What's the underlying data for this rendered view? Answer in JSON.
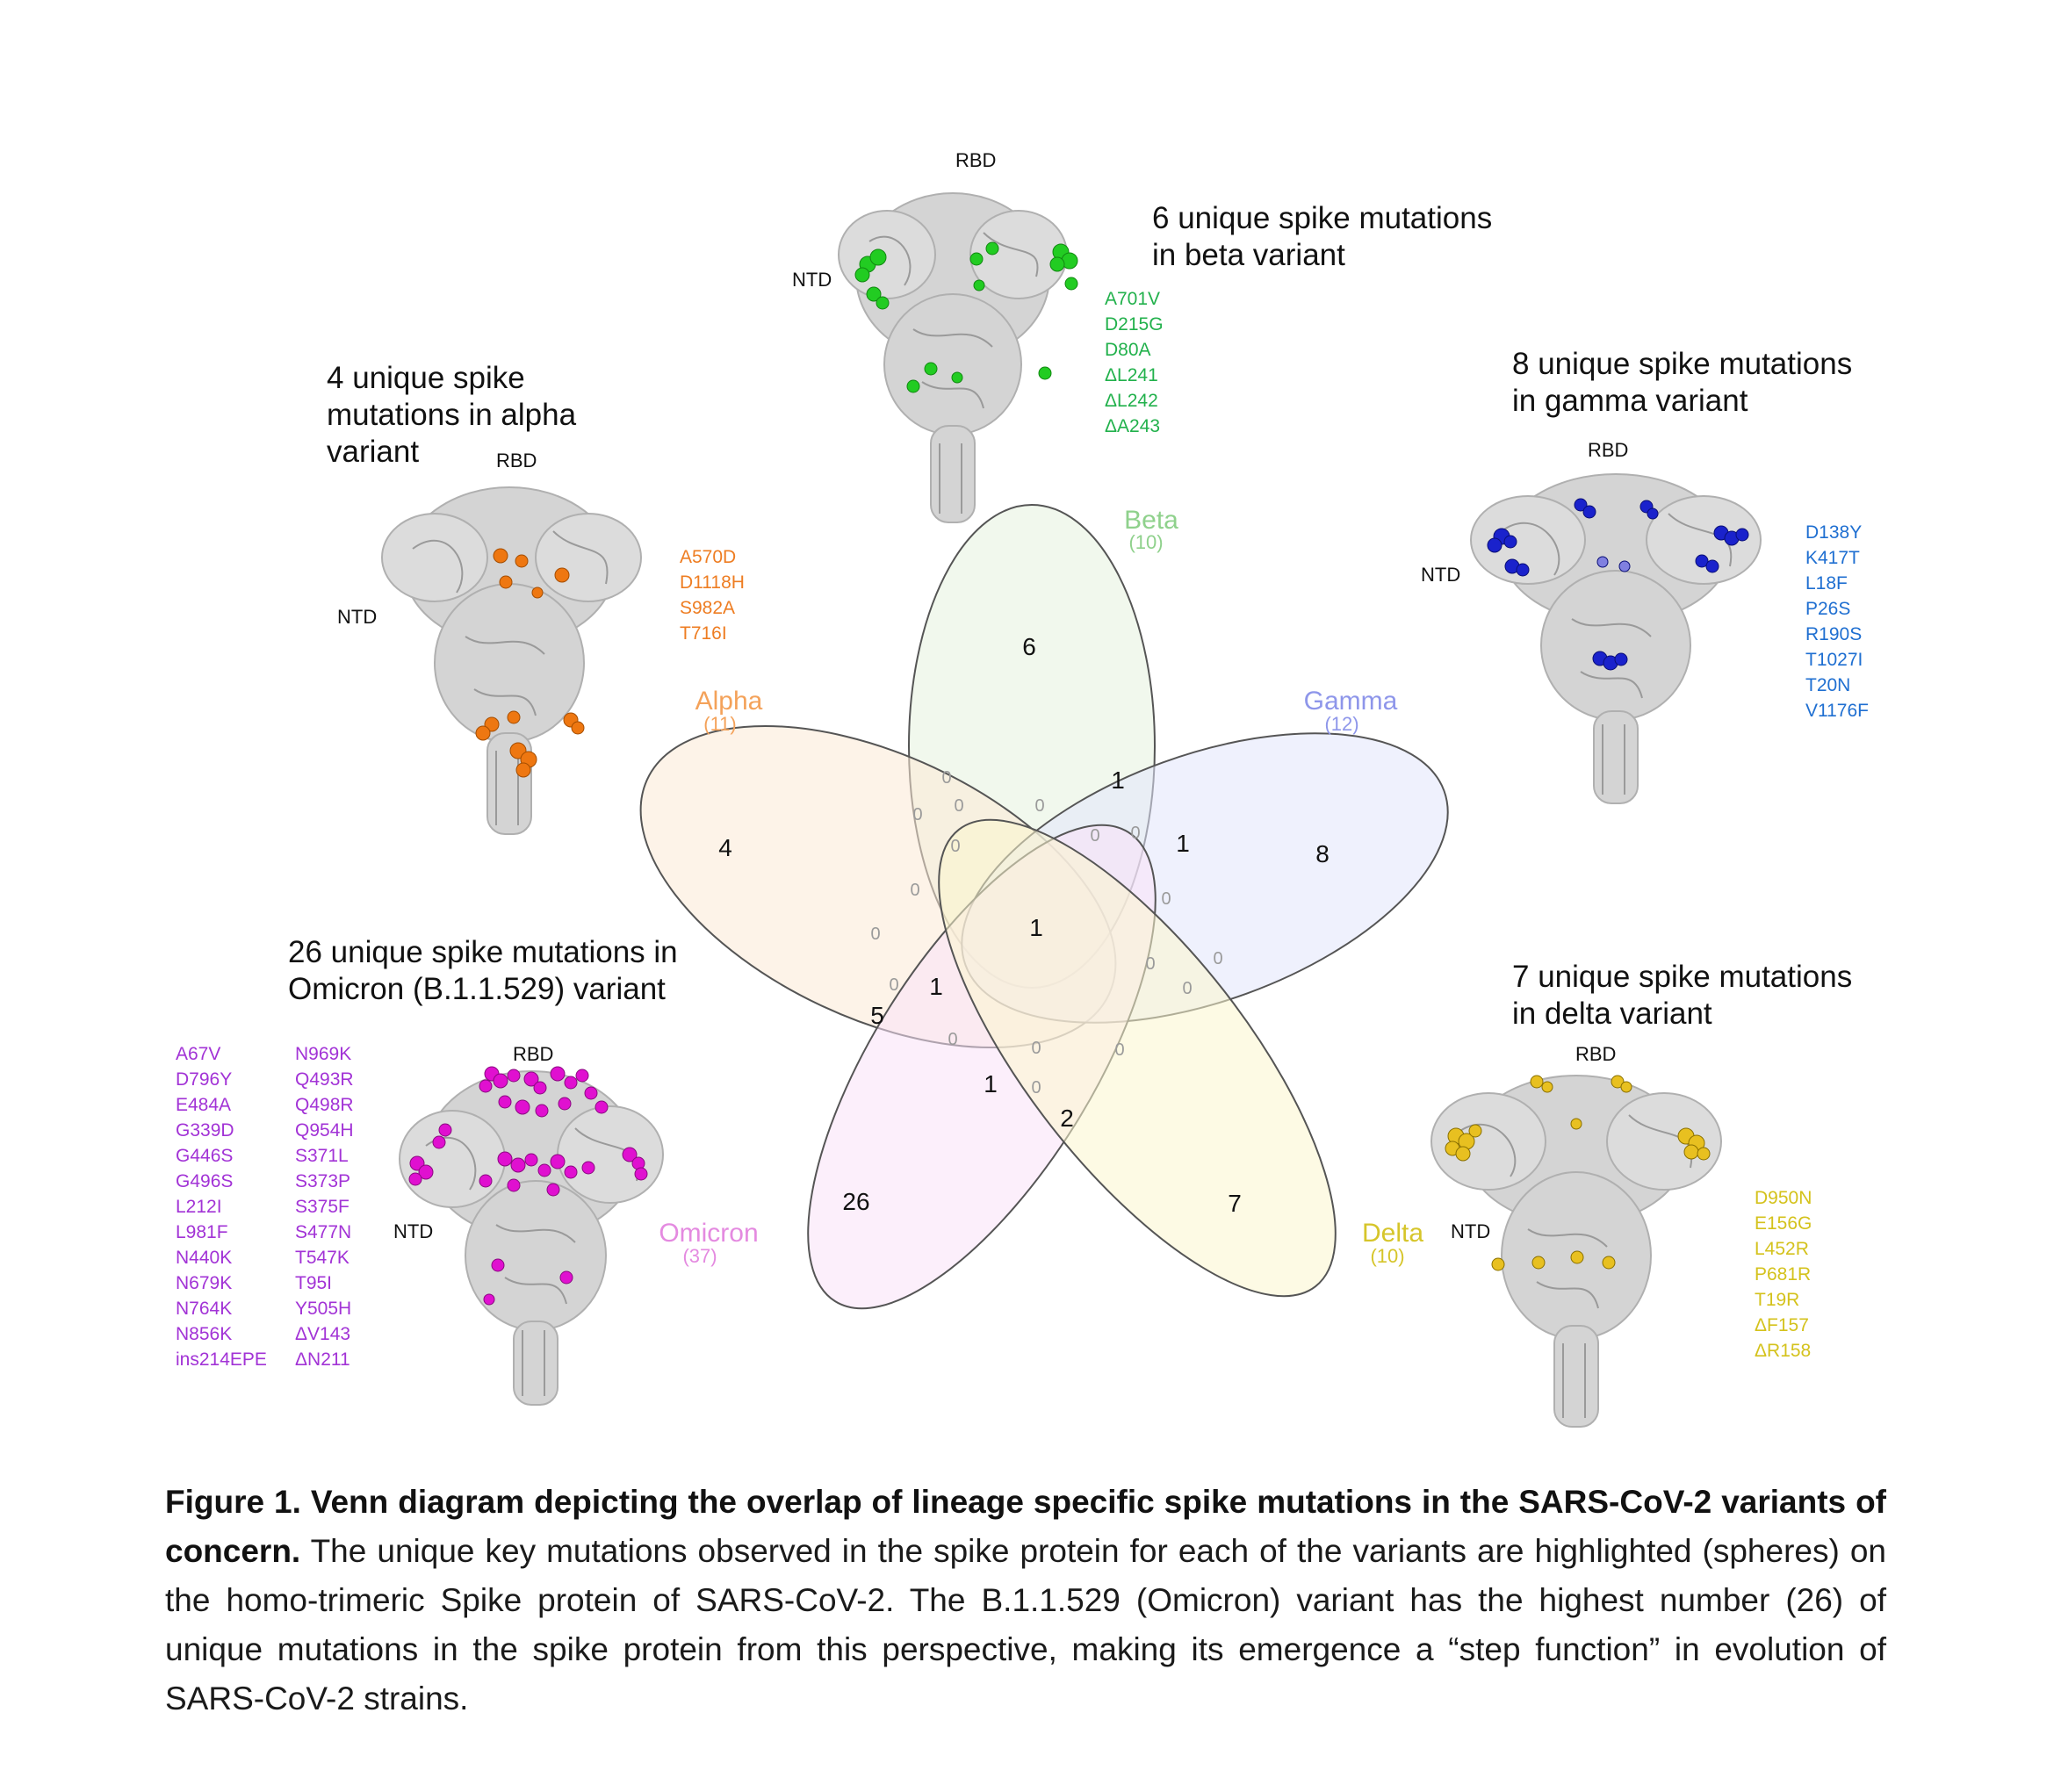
{
  "panels": {
    "beta": {
      "title": [
        "6 unique spike mutations",
        "in beta variant"
      ],
      "rbd": "RBD",
      "ntd": "NTD",
      "color": "#22b14c",
      "sphere_color": "#22cc22",
      "mutations": [
        "A701V",
        "D215G",
        "D80A",
        "ΔL241",
        "ΔL242",
        "ΔA243"
      ]
    },
    "alpha": {
      "title": [
        "4 unique spike",
        "mutations in alpha",
        "variant"
      ],
      "rbd": "RBD",
      "ntd": "NTD",
      "color": "#ee7d22",
      "sphere_color": "#ee7711",
      "mutations": [
        "A570D",
        "D1118H",
        "S982A",
        "T716I"
      ]
    },
    "gamma": {
      "title": [
        "8 unique spike mutations",
        "in gamma variant"
      ],
      "rbd": "RBD",
      "ntd": "NTD",
      "color": "#1f6fd1",
      "sphere_color": "#1a22cc",
      "mutations": [
        "D138Y",
        "K417T",
        "L18F",
        "P26S",
        "R190S",
        "T1027I",
        "T20N",
        "V1176F"
      ]
    },
    "omicron": {
      "title": [
        "26 unique spike mutations in",
        "Omicron (B.1.1.529) variant"
      ],
      "rbd": "RBD",
      "ntd": "NTD",
      "color": "#a233d6",
      "sphere_color": "#e010d0",
      "mutations_col1": [
        "A67V",
        "D796Y",
        "E484A",
        "G339D",
        "G446S",
        "G496S",
        "L212I",
        "L981F",
        "N440K",
        "N679K",
        "N764K",
        "N856K",
        "ins214EPE"
      ],
      "mutations_col2": [
        "N969K",
        "Q493R",
        "Q498R",
        "Q954H",
        "S371L",
        "S373P",
        "S375F",
        "S477N",
        "T547K",
        "T95I",
        "Y505H",
        "ΔV143",
        "ΔN211"
      ]
    },
    "delta": {
      "title": [
        "7 unique spike mutations",
        "in delta variant"
      ],
      "rbd": "RBD",
      "ntd": "NTD",
      "color": "#d4c21c",
      "sphere_color": "#e8c020",
      "mutations": [
        "D950N",
        "E156G",
        "L452R",
        "P681R",
        "T19R",
        "ΔF157",
        "ΔR158"
      ]
    }
  },
  "venn": {
    "sets": [
      {
        "name": "Beta",
        "count": "(10)",
        "color": "#8fd18c",
        "fill": "#e5f3df"
      },
      {
        "name": "Alpha",
        "count": "(11)",
        "color": "#f4a25a",
        "fill": "#fbe9d6"
      },
      {
        "name": "Gamma",
        "count": "(12)",
        "color": "#8e96ea",
        "fill": "#e2e5fb"
      },
      {
        "name": "Omicron",
        "count": "(37)",
        "color": "#e48ae0",
        "fill": "#f9e2f8"
      },
      {
        "name": "Delta",
        "count": "(10)",
        "color": "#d6c52a",
        "fill": "#fbf6cd"
      }
    ],
    "region_values": {
      "beta_only": "6",
      "alpha_only": "4",
      "gamma_only": "8",
      "omicron_only": "26",
      "delta_only": "7",
      "center": "1",
      "r_beta_gamma": "1",
      "r_gamma_inner": "1",
      "r_alpha_omicron": "5",
      "r_alpha_inner": "1",
      "r_omicron_delta_low": "1",
      "r_omicron_delta": "2",
      "zero": "0"
    }
  },
  "caption": {
    "bold": "Figure 1. Venn diagram depicting the overlap of lineage specific spike mutations in the SARS-CoV-2 variants of concern.",
    "text": " The unique key mutations observed in the spike protein for each of the variants are highlighted (spheres) on the homo-trimeric Spike protein of SARS-CoV-2. The B.1.1.529 (Omicron) variant has the highest number (26) of unique mutations in the spike protein from this perspective, making its emergence a “step function” in evolution of SARS-CoV-2 strains."
  }
}
